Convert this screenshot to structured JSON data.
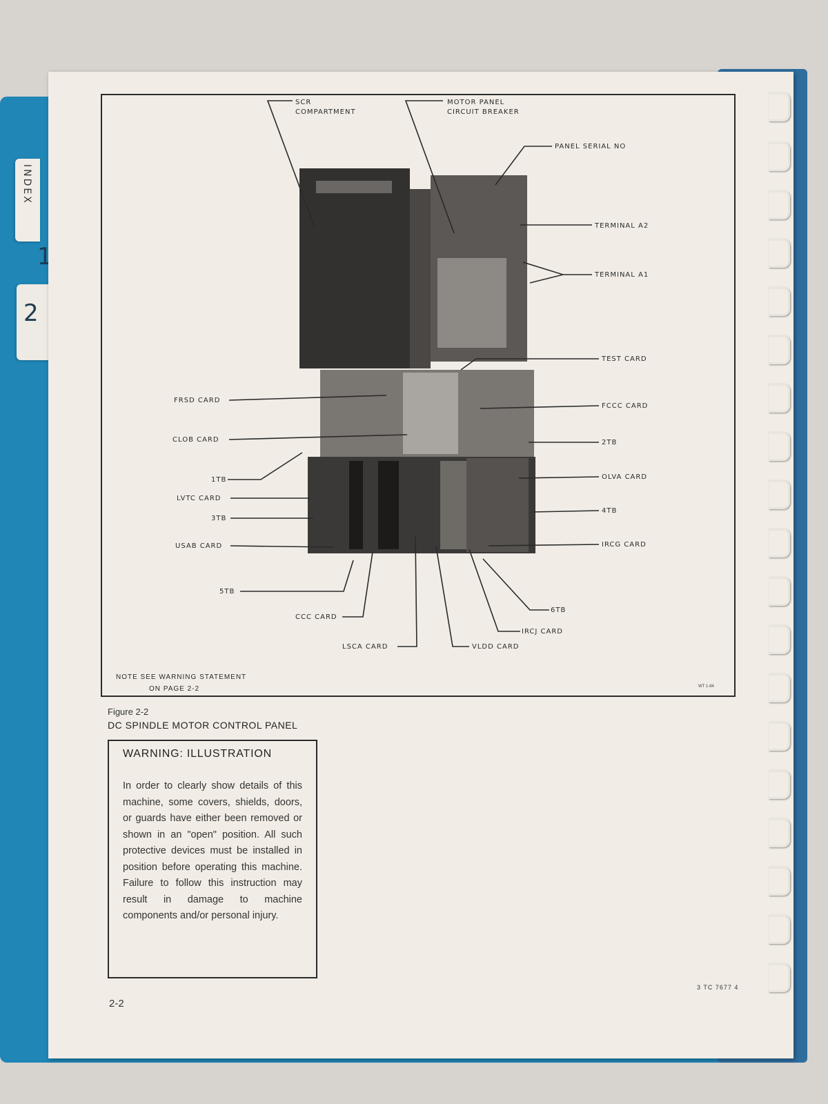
{
  "tabs": {
    "index_label": "INDEX",
    "tab1": "1",
    "tab2": "2"
  },
  "figure": {
    "labels": {
      "scr": [
        "SCR",
        "COMPARTMENT"
      ],
      "motor_breaker": [
        "MOTOR PANEL",
        "CIRCUIT BREAKER"
      ],
      "panel_serial": "PANEL SERIAL NO",
      "terminal_a2": "TERMINAL A2",
      "terminal_a1": "TERMINAL A1",
      "test_card": "TEST CARD",
      "frsd_card": "FRSD CARD",
      "fccc_card": "FCCC CARD",
      "clob_card": "CLOB CARD",
      "tb2": "2TB",
      "tb1": "1TB",
      "olva_card": "OLVA CARD",
      "lvtc_card": "LVTC CARD",
      "tb4": "4TB",
      "tb3": "3TB",
      "usab_card": "USAB CARD",
      "ircg_card": "IRCG CARD",
      "tb5": "5TB",
      "tb6": "6TB",
      "ccc_card": "CCC CARD",
      "ircj_card": "IRCJ CARD",
      "lsca_card": "LSCA CARD",
      "vldd_card": "VLDD CARD"
    },
    "note": [
      "NOTE  SEE WARNING STATEMENT",
      "ON PAGE 2-2"
    ],
    "art_number": "WT 1-84"
  },
  "caption": {
    "number": "Figure 2-2",
    "title": "DC SPINDLE MOTOR CONTROL PANEL"
  },
  "warning": {
    "title": "WARNING: ILLUSTRATION",
    "body": "In order to clearly show details of this machine, some covers, shields, doors, or guards have either been removed or shown in an \"open\" position. All such protective devices must be installed in position before operating this machine. Failure to follow this instruction may result in damage to machine components and/or personal injury."
  },
  "footer": {
    "page": "2-2",
    "code": "3 TC 7677 4"
  }
}
